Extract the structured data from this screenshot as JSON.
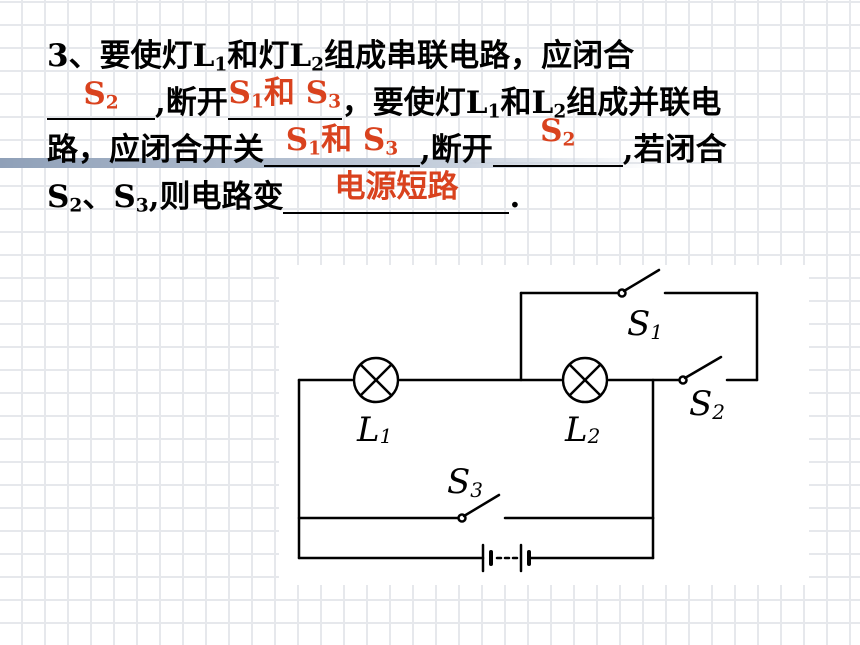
{
  "question": {
    "number": "3",
    "l1_a": "、要使灯L",
    "l1_b": "和灯L",
    "l1_c": "组成串联电路，应闭合",
    "l2_a": ",断开",
    "l2_b": "，要使灯L",
    "l2_c": "和L",
    "l2_d": "组成并联电",
    "l3_a": "路，应闭合开关",
    "l3_b": ",断开",
    "l3_c": ",若闭合",
    "l4_a": "S",
    "l4_b": "、S",
    "l4_c": ",则电路变",
    "l4_d": ".",
    "sub_1": "1",
    "sub_2": "2",
    "sub_3": "3"
  },
  "answers": {
    "a1": "S",
    "a1_sub": "2",
    "a2_s": "S",
    "a2_sub1": "1",
    "a2_mid": "和 S",
    "a2_sub3": "3",
    "a3_s": "S",
    "a3_sub1": "1",
    "a3_mid": "和 S",
    "a3_sub3": "3",
    "a4": "S",
    "a4_sub": "2",
    "a5": "电源短路"
  },
  "colors": {
    "answer": "#d9421e",
    "text": "#000000"
  },
  "circuit": {
    "s1": "S",
    "s1_sub": "1",
    "s2": "S",
    "s2_sub": "2",
    "s3": "S",
    "s3_sub": "3",
    "l1": "L",
    "l1_sub": "1",
    "l2": "L",
    "l2_sub": "2"
  }
}
